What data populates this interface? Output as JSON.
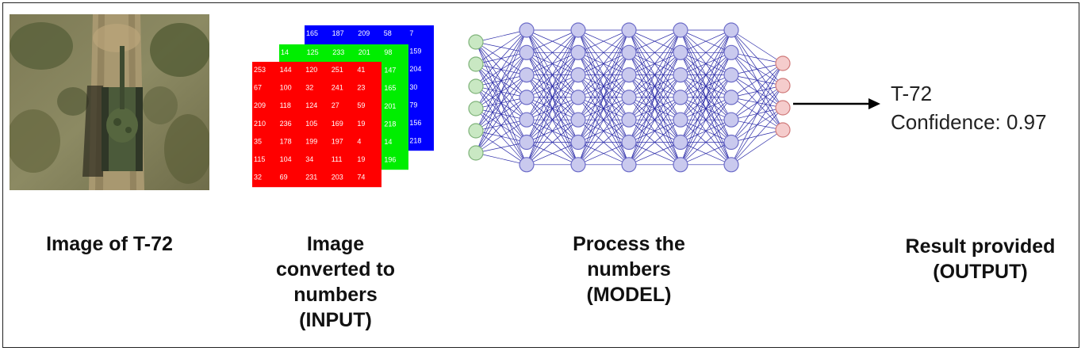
{
  "steps": [
    {
      "id": "image",
      "lines": [
        "Image of T-72"
      ]
    },
    {
      "id": "input",
      "lines": [
        "Image",
        "converted to",
        "numbers",
        "(INPUT)"
      ]
    },
    {
      "id": "model",
      "lines": [
        "Process the",
        "numbers",
        "(MODEL)"
      ]
    },
    {
      "id": "output",
      "lines": [
        "Result provided",
        "(OUTPUT)"
      ]
    }
  ],
  "result": {
    "label": "T-72",
    "confidence_text": "Confidence: 0.97"
  },
  "matrices": {
    "blue": {
      "color": "#0000ff",
      "rows": [
        [
          "165",
          "187",
          "209",
          "58",
          "7"
        ],
        [
          "",
          "",
          "",
          "",
          "159"
        ],
        [
          "",
          "",
          "",
          "",
          "204"
        ],
        [
          "",
          "",
          "",
          "",
          "30"
        ],
        [
          "",
          "",
          "",
          "",
          "79"
        ],
        [
          "",
          "",
          "",
          "",
          "156"
        ],
        [
          "",
          "",
          "",
          "",
          "218"
        ]
      ]
    },
    "green": {
      "color": "#00ee00",
      "rows": [
        [
          "14",
          "125",
          "233",
          "201",
          "98"
        ],
        [
          "",
          "",
          "",
          "",
          "147"
        ],
        [
          "",
          "",
          "",
          "",
          "165"
        ],
        [
          "",
          "",
          "",
          "",
          "201"
        ],
        [
          "",
          "",
          "",
          "",
          "218"
        ],
        [
          "",
          "",
          "",
          "",
          "14"
        ],
        [
          "",
          "",
          "",
          "",
          "196"
        ]
      ]
    },
    "red": {
      "color": "#ff0000",
      "rows": [
        [
          "253",
          "144",
          "120",
          "251",
          "41"
        ],
        [
          "67",
          "100",
          "32",
          "241",
          "23"
        ],
        [
          "209",
          "118",
          "124",
          "27",
          "59"
        ],
        [
          "210",
          "236",
          "105",
          "169",
          "19"
        ],
        [
          "35",
          "178",
          "199",
          "197",
          "4"
        ],
        [
          "115",
          "104",
          "34",
          "111",
          "19"
        ],
        [
          "32",
          "69",
          "231",
          "203",
          "74"
        ]
      ]
    }
  },
  "network": {
    "layer_sizes": [
      6,
      7,
      7,
      7,
      7,
      7,
      4
    ],
    "colors": {
      "input_fill": "#c9e8c3",
      "input_stroke": "#7fb37a",
      "hidden_fill": "#c9c9ee",
      "hidden_stroke": "#6c6cc8",
      "output_fill": "#f5cccc",
      "output_stroke": "#d07a7a",
      "edge": "#2a2aa8"
    }
  }
}
